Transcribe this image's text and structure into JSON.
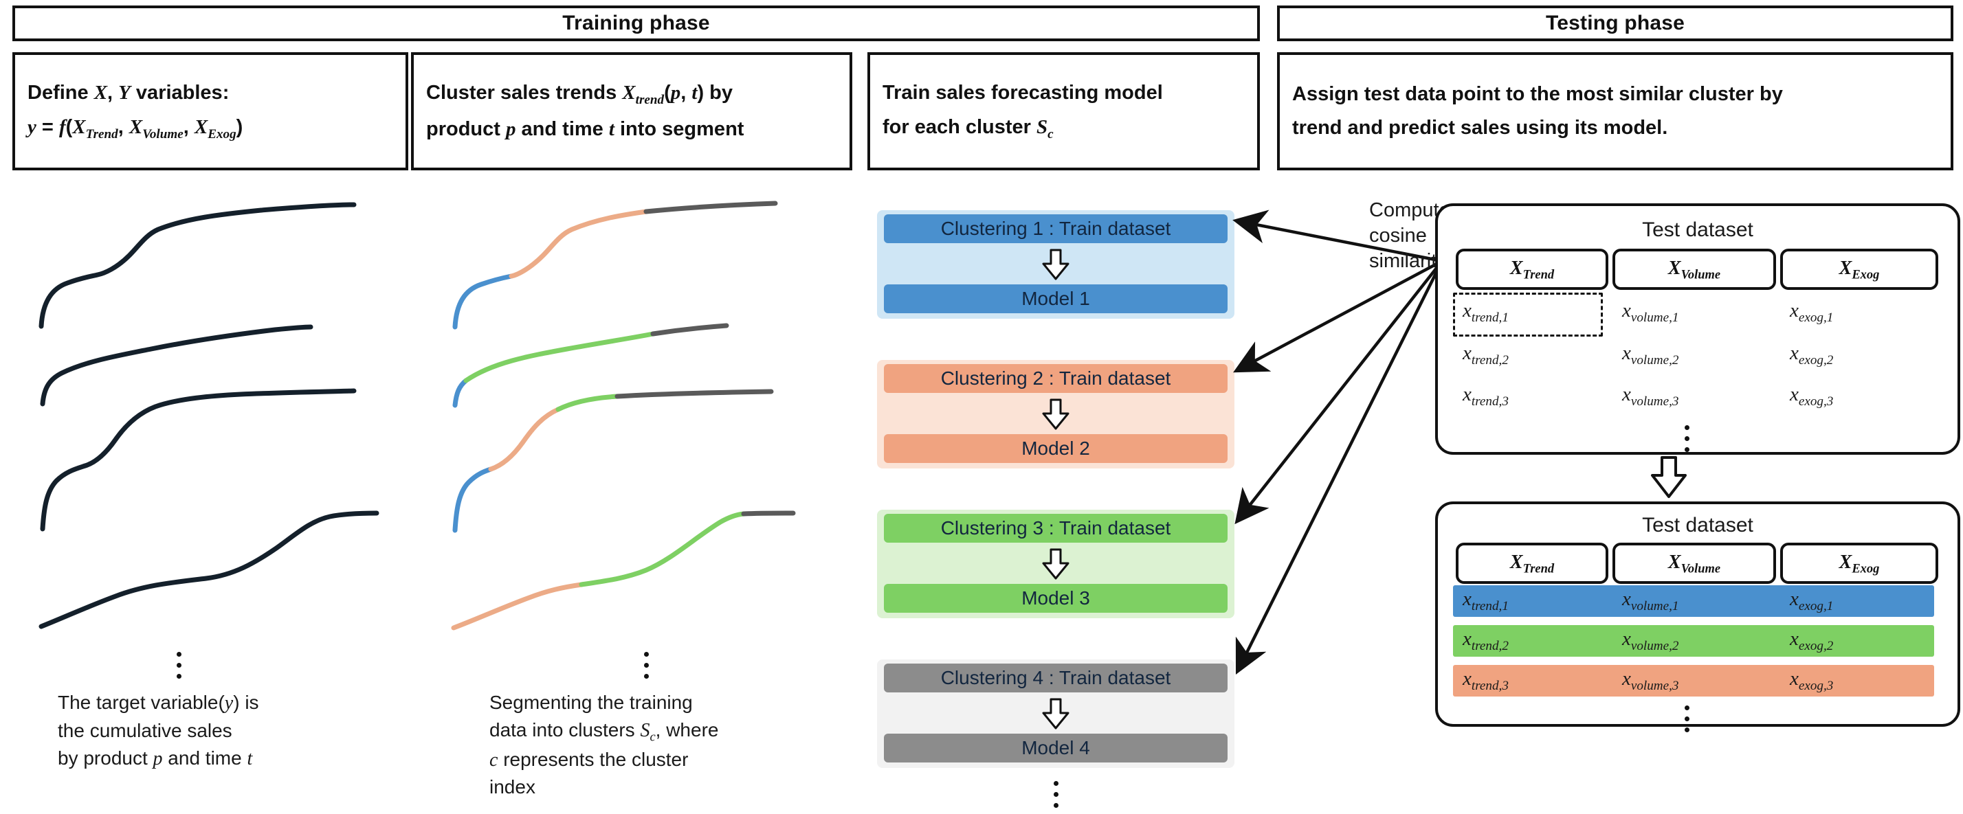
{
  "phases": {
    "training": "Training phase",
    "testing": "Testing phase"
  },
  "steps": {
    "define": {
      "line1_prefix": "Define ",
      "line1_x": "X",
      "line1_comma": ", ",
      "line1_y": "Y",
      "line1_suffix": " variables:",
      "formula": "y = f(X_Trend, X_Volume, X_Exog)"
    },
    "cluster": {
      "line1": "Cluster sales trends X_trend(p, t) by",
      "line2": "product p and time t into segment"
    },
    "train": {
      "line1": "Train sales forecasting model",
      "line2": "for each cluster S_c"
    },
    "assign": {
      "line1": "Assign test data point to the most similar cluster by",
      "line2": "trend and predict sales using its model."
    }
  },
  "captions": {
    "left": [
      "The target variable(y) is",
      "the cumulative  sales",
      "by product p and time t"
    ],
    "middle": [
      "Segmenting the training",
      "data into clusters S_c, where",
      "c represents the cluster",
      "index"
    ]
  },
  "clusters": [
    {
      "title": "Clustering 1 : Train dataset",
      "model": "Model 1",
      "bar": "#4a90ce",
      "panel": "#cfe6f5"
    },
    {
      "title": "Clustering 2 : Train dataset",
      "model": "Model 2",
      "bar": "#f0a380",
      "panel": "#fbe3d6"
    },
    {
      "title": "Clustering 3 : Train dataset",
      "model": "Model 3",
      "bar": "#7ed063",
      "panel": "#dcf2d2"
    },
    {
      "title": "Clustering 4 : Train dataset",
      "model": "Model 4",
      "bar": "#8c8c8c",
      "panel": "#f2f2f2"
    }
  ],
  "similarity_label": [
    "Compute",
    "cosine",
    "similarity"
  ],
  "test_table_top": {
    "title": "Test dataset",
    "headers": [
      "X_Trend",
      "X_Volume",
      "X_Exog"
    ],
    "rows": [
      [
        "x_trend,1",
        "x_volume,1",
        "x_exog,1"
      ],
      [
        "x_trend,2",
        "x_volume,2",
        "x_exog,2"
      ],
      [
        "x_trend,3",
        "x_volume,3",
        "x_exog,3"
      ]
    ],
    "highlighted_cell": "x_trend,1",
    "row_colors": [
      null,
      null,
      null
    ],
    "ellipsis": true
  },
  "test_table_bottom": {
    "title": "Test dataset",
    "headers": [
      "X_Trend",
      "X_Volume",
      "X_Exog"
    ],
    "rows": [
      [
        "x_trend,1",
        "x_volume,1",
        "x_exog,1"
      ],
      [
        "x_trend,2",
        "x_volume,2",
        "x_exog,2"
      ],
      [
        "x_trend,3",
        "x_volume,3",
        "x_exog,3"
      ]
    ],
    "row_colors": [
      "#4a90ce",
      "#7ed063",
      "#f0a380"
    ],
    "ellipsis": true
  },
  "curve_colors": {
    "black": "#14202b",
    "blue": "#4a90ce",
    "orange": "#ecab87",
    "green": "#7ed063",
    "gray": "#5a5a5a"
  }
}
